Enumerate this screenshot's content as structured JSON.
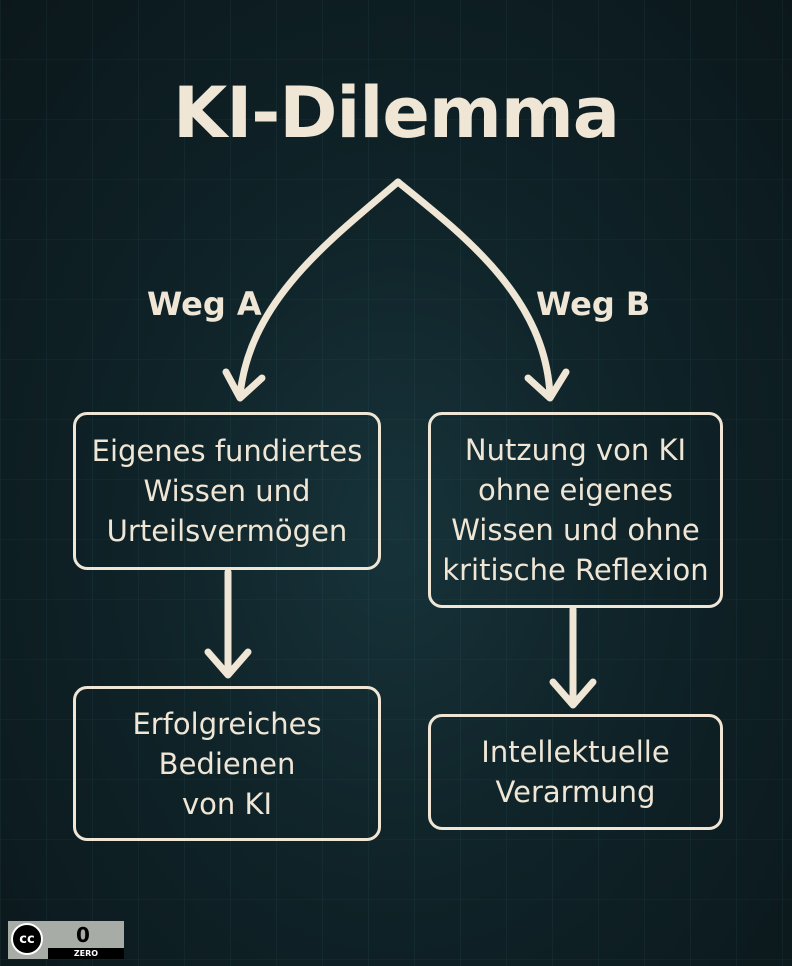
{
  "title": "KI-Dilemma",
  "paths": {
    "a": {
      "label": "Weg A",
      "step": "Eigenes fundiertes\nWissen und\nUrteilsvermögen",
      "result": "Erfolgreiches\nBedienen\nvon KI"
    },
    "b": {
      "label": "Weg B",
      "step": "Nutzung von KI\nohne eigenes\nWissen und ohne\nkritische Reflexion",
      "result": "Intellektuelle\nVerarmung"
    }
  },
  "license": {
    "cc": "cc",
    "number": "0",
    "label": "ZERO"
  },
  "colors": {
    "background": "#0f2328",
    "foreground": "#efe6d6"
  }
}
